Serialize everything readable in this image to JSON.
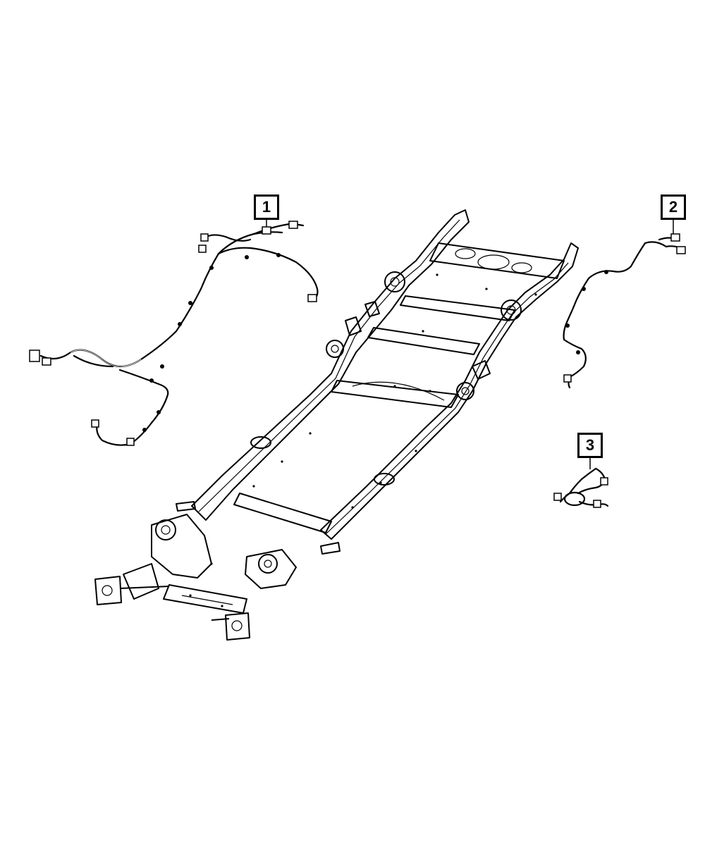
{
  "callouts": [
    {
      "label": "1",
      "part": "harness-1"
    },
    {
      "label": "2",
      "part": "harness-2"
    },
    {
      "label": "3",
      "part": "harness-3"
    }
  ],
  "colors": {
    "line": "#000000",
    "background": "#ffffff"
  }
}
